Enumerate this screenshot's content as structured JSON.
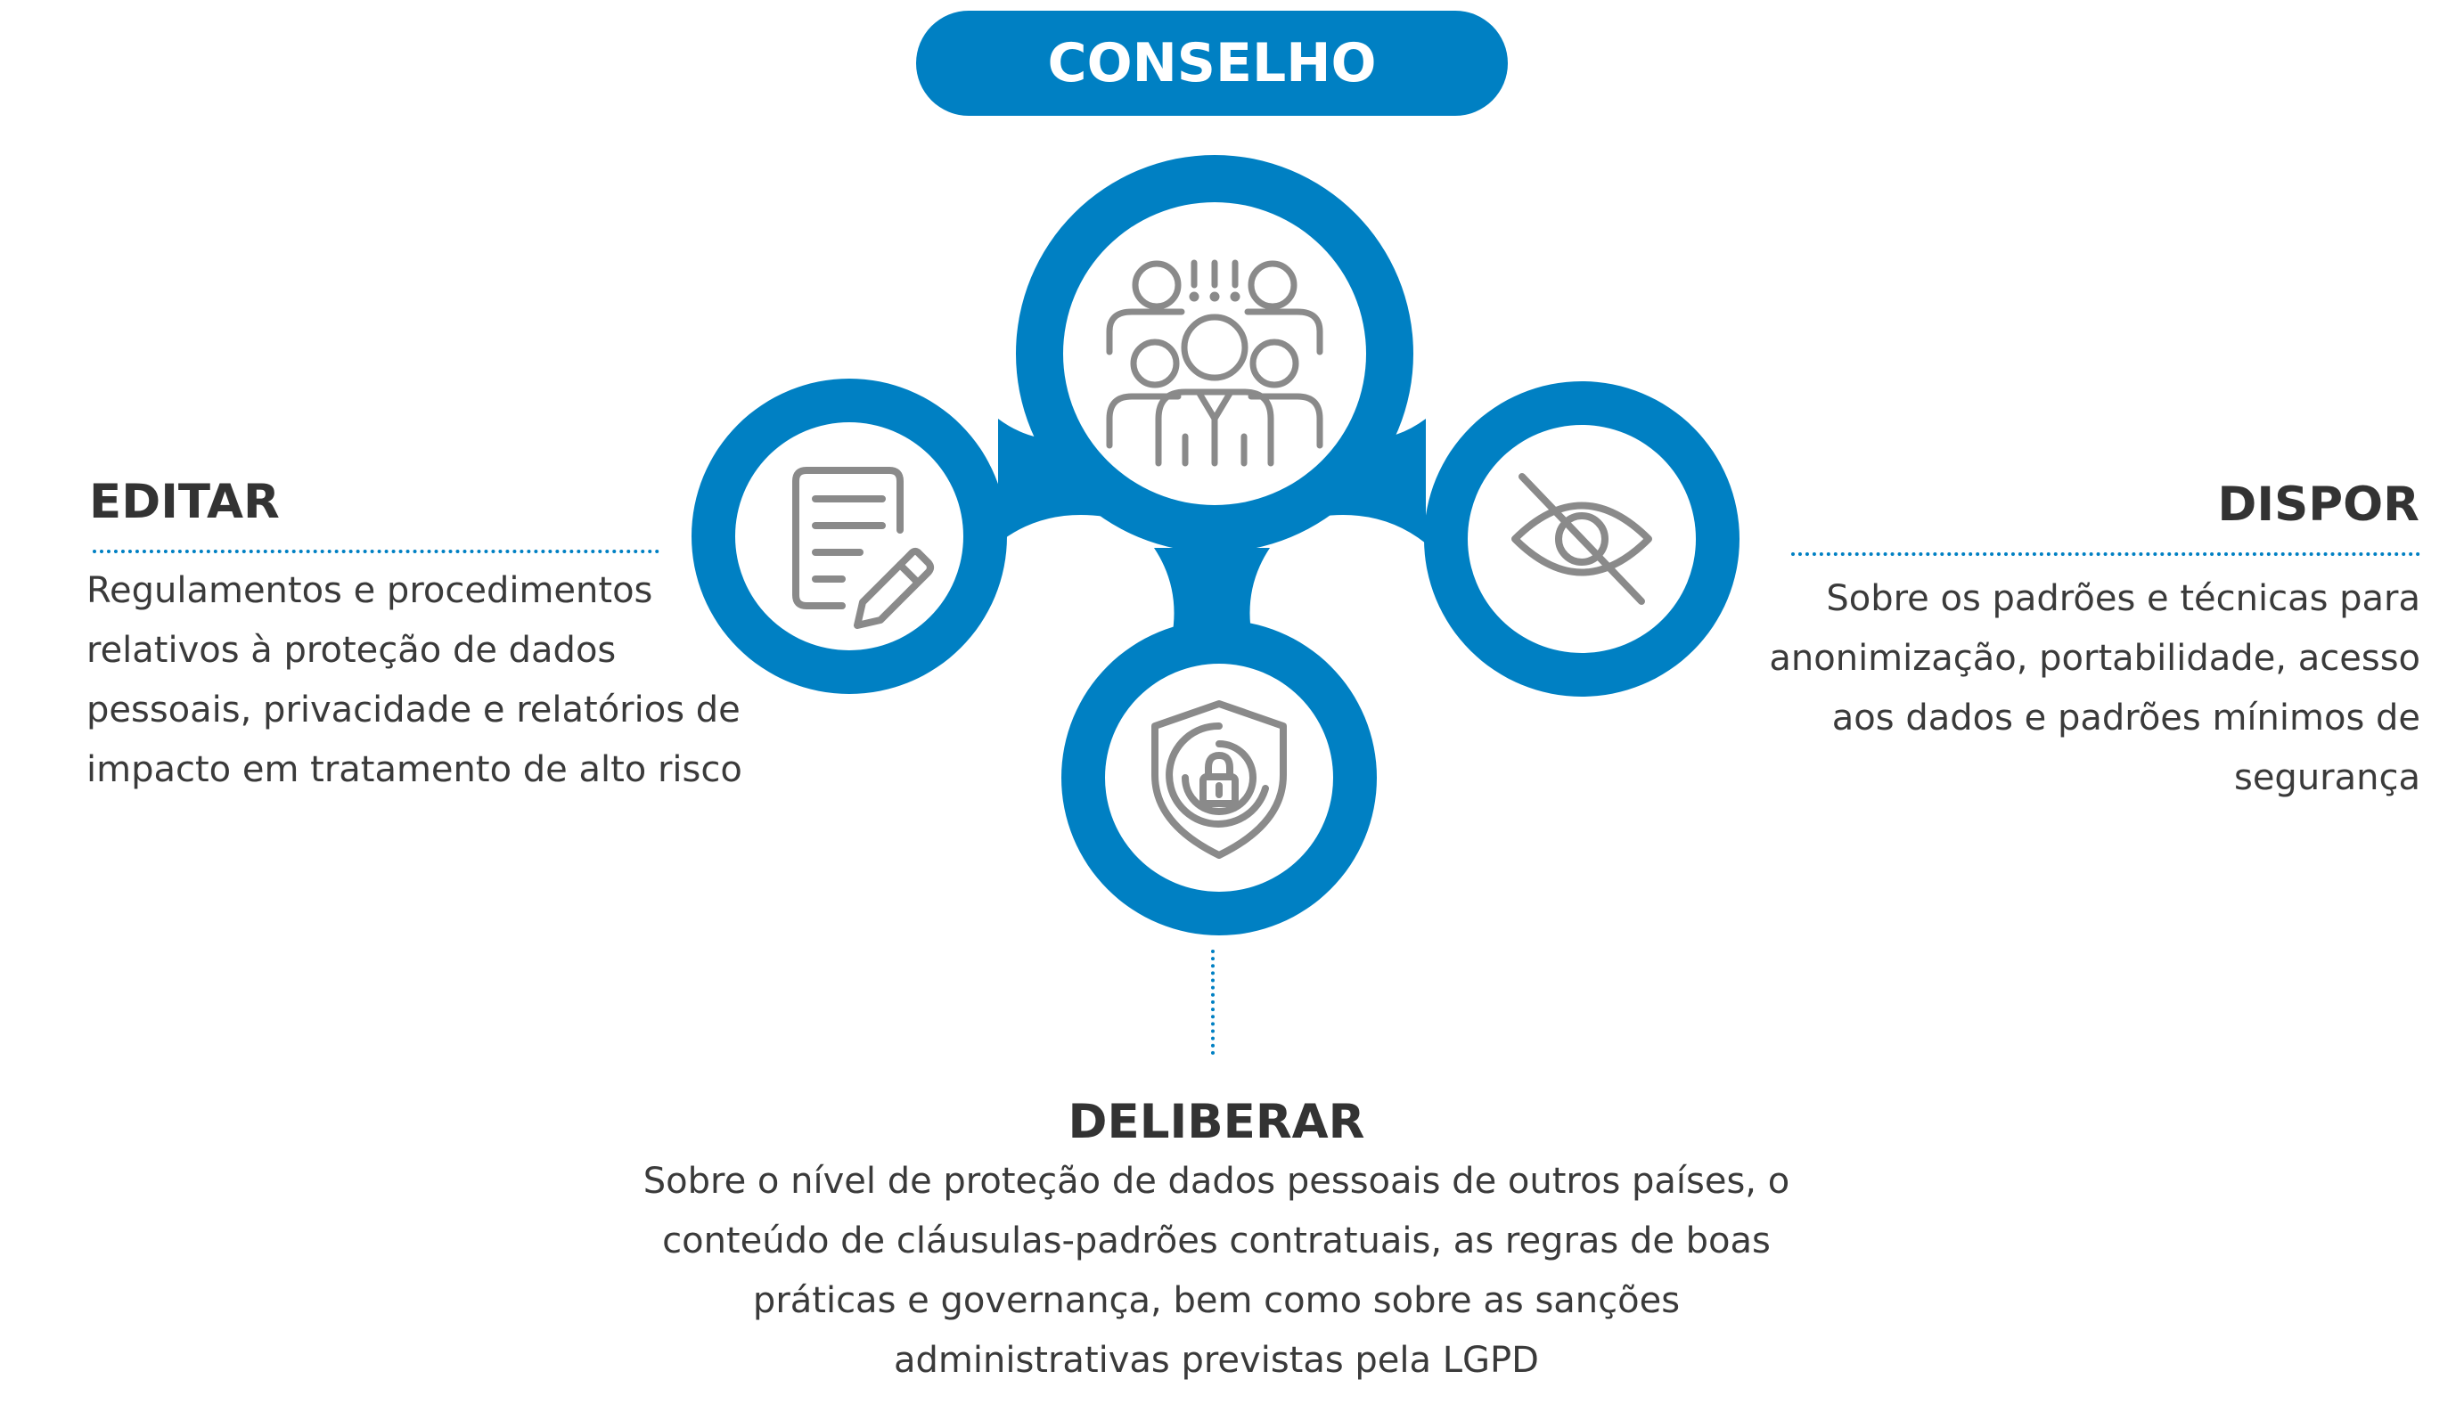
{
  "title": "CONSELHO DIRETOR",
  "colors": {
    "primary_blue": "#0080c3",
    "icon_gray": "#8a8a8a",
    "text_dark": "#333333"
  },
  "icons": {
    "center": "people-group-icon",
    "left": "document-edit-icon",
    "right": "eye-slash-icon",
    "bottom": "security-shield-lock-icon"
  },
  "sections": {
    "editar": {
      "heading": "EDITAR",
      "lines": [
        "Regulamentos e procedimentos",
        "relativos à proteção de dados",
        "pessoais, privacidade e relatórios de",
        "impacto em tratamento de alto risco"
      ]
    },
    "dispor": {
      "heading": "DISPOR",
      "lines": [
        "Sobre os padrões e técnicas para",
        "anonimização, portabilidade, acesso",
        "aos dados e padrões mínimos de",
        "segurança"
      ]
    },
    "deliberar": {
      "heading": "DELIBERAR",
      "lines": [
        "Sobre o nível de proteção de dados pessoais de outros países, o",
        "conteúdo de cláusulas-padrões contratuais, as regras de boas",
        "práticas e governança, bem como sobre as sanções",
        "administrativas previstas pela LGPD"
      ]
    }
  }
}
